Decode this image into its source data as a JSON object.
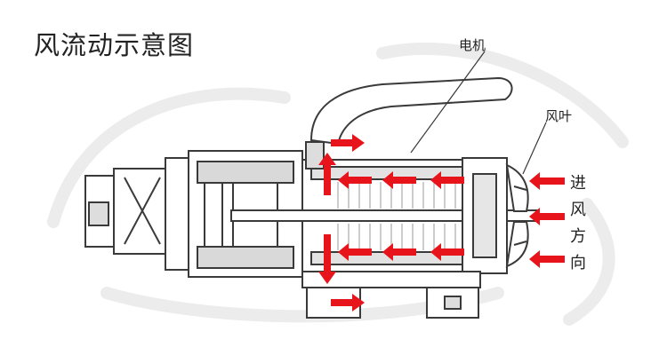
{
  "title": "风流动示意图",
  "labels": {
    "motor": "电机",
    "fan": "风叶",
    "airflow_direction": [
      "进",
      "风",
      "方",
      "向"
    ]
  },
  "colors": {
    "arrow": "#e8141b",
    "line": "#3a3a3a",
    "watermark": "#ececec"
  }
}
